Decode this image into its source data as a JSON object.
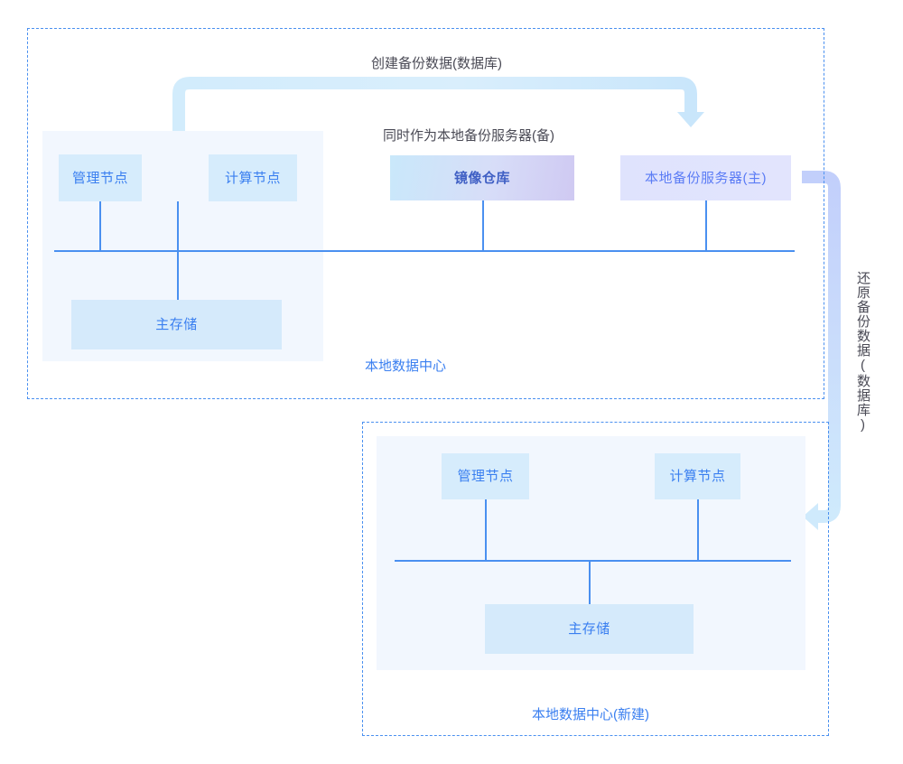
{
  "diagram": {
    "title_caption_top": "创建备份数据(数据库)",
    "caption_mid": "同时作为本地备份服务器(备)",
    "caption_vertical_right": "还原备份数据(数据库)"
  },
  "regions": [
    {
      "id": "primary",
      "label": "本地数据中心",
      "nodes": [
        {
          "id": "mgmt",
          "label": "管理节点"
        },
        {
          "id": "compute",
          "label": "计算节点"
        },
        {
          "id": "registry",
          "label": "镜像仓库"
        },
        {
          "id": "backup",
          "label": "本地备份服务器(主)"
        },
        {
          "id": "storage",
          "label": "主存储"
        }
      ]
    },
    {
      "id": "new",
      "label": "本地数据中心(新建)",
      "nodes": [
        {
          "id": "mgmt",
          "label": "管理节点"
        },
        {
          "id": "compute",
          "label": "计算节点"
        },
        {
          "id": "storage",
          "label": "主存储"
        }
      ]
    }
  ],
  "arrows": [
    {
      "id": "create-backup-arrow",
      "label": "创建备份数据(数据库)",
      "direction": "left-to-right-down"
    },
    {
      "id": "restore-backup-arrow",
      "label": "还原备份数据(数据库)",
      "direction": "right-down-left"
    }
  ],
  "colors": {
    "accent_blue": "#3a7ff0",
    "dashed_border": "#4a90f0",
    "panel_bg": "#f2f7fe",
    "node_cyan": "#d6ecfc",
    "node_lavender": "#dfe3fd",
    "arrow_light_cyan": "#cfeafc",
    "arrow_periwinkle": "#c5d2fb",
    "text_dark": "#4a4a55",
    "page_bg": "#ffffff"
  }
}
